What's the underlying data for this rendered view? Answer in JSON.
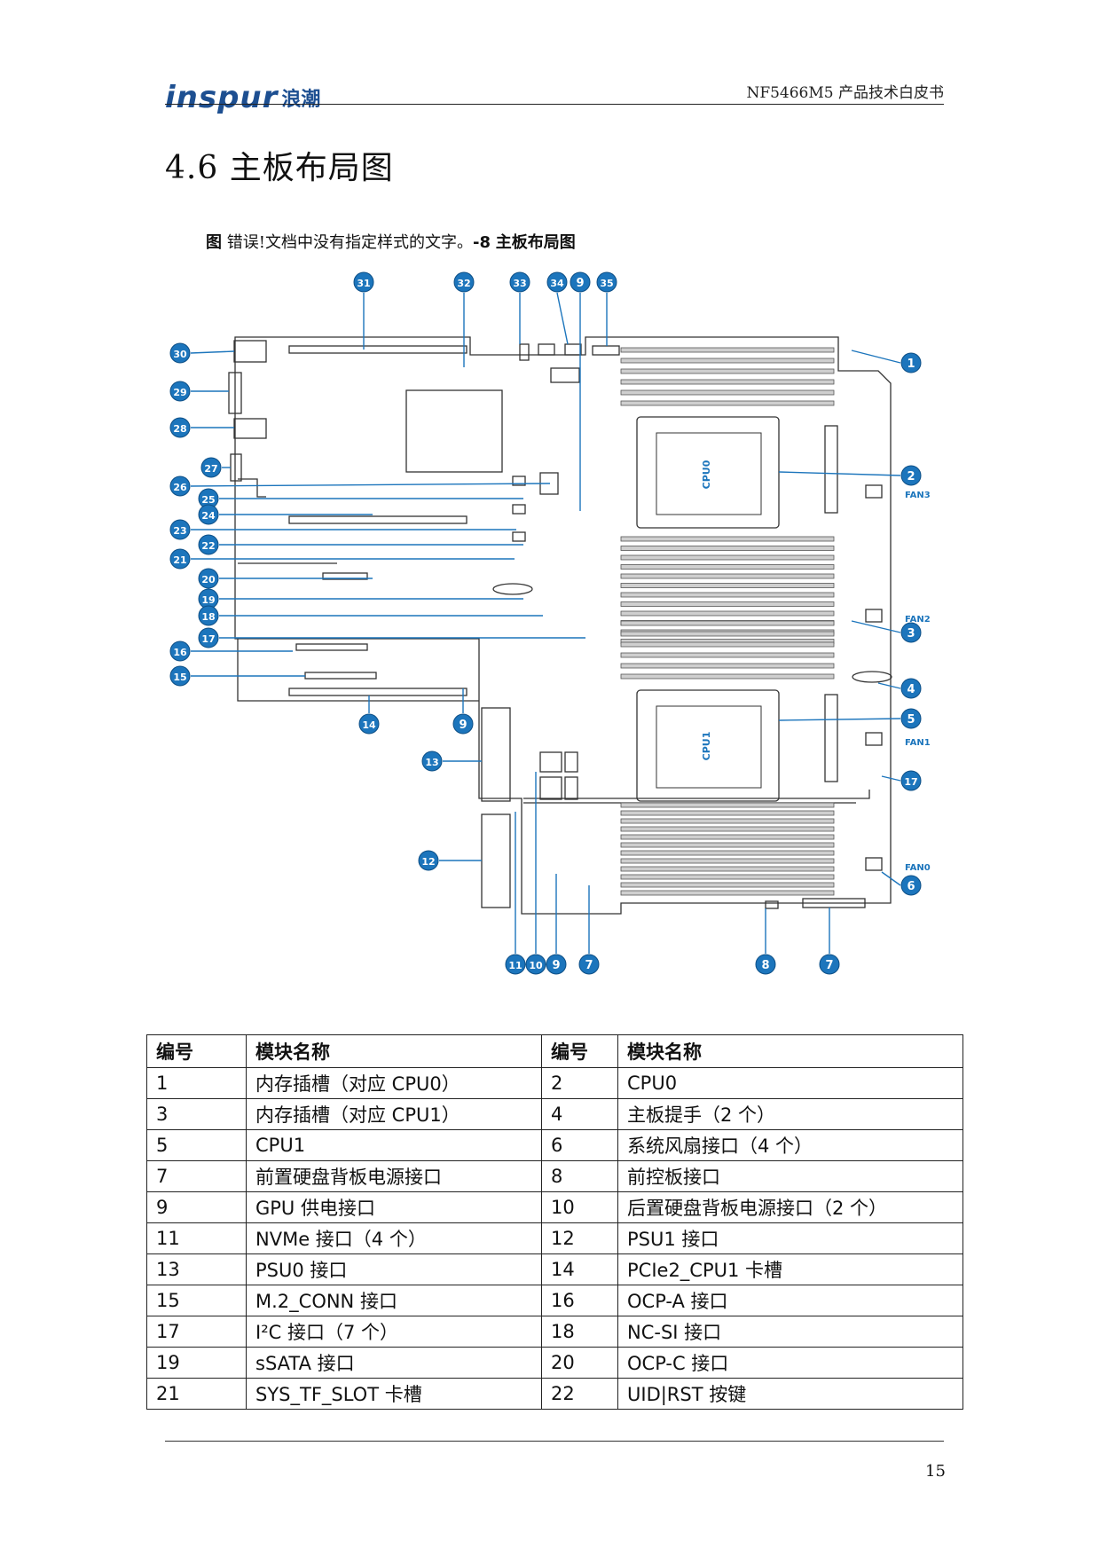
{
  "header": {
    "logo_text": "inspur",
    "logo_cn": "浪潮",
    "doc_title": "NF5466M5 产品技术白皮书"
  },
  "section": {
    "title": "4.6 主板布局图"
  },
  "figure": {
    "caption_prefix": "图",
    "caption_error": "错误!文档中没有指定样式的文字。",
    "caption_number": "-8",
    "caption_title": "主板布局图",
    "callout_numbers": [
      "31",
      "32",
      "33",
      "34",
      "9",
      "35",
      "30",
      "29",
      "28",
      "27",
      "26",
      "25",
      "24",
      "23",
      "22",
      "21",
      "20",
      "19",
      "18",
      "17",
      "16",
      "15",
      "14",
      "9",
      "13",
      "12",
      "11",
      "10",
      "9",
      "7",
      "8",
      "7",
      "1",
      "2",
      "3",
      "4",
      "5",
      "6",
      "17"
    ],
    "chip_labels": [
      "CPU0",
      "CPU1"
    ],
    "fan_labels": [
      "FAN3",
      "FAN2",
      "FAN1",
      "FAN0"
    ],
    "accent_color": "#1c75bc",
    "outline_color": "#333333"
  },
  "table": {
    "headers": [
      "编号",
      "模块名称",
      "编号",
      "模块名称"
    ],
    "rows": [
      [
        "1",
        "内存插槽（对应 CPU0）",
        "2",
        "CPU0"
      ],
      [
        "3",
        "内存插槽（对应 CPU1）",
        "4",
        "主板提手（2 个）"
      ],
      [
        "5",
        "CPU1",
        "6",
        "系统风扇接口（4 个）"
      ],
      [
        "7",
        "前置硬盘背板电源接口",
        "8",
        "前控板接口"
      ],
      [
        "9",
        "GPU 供电接口",
        "10",
        "后置硬盘背板电源接口（2 个）"
      ],
      [
        "11",
        "NVMe 接口（4 个）",
        "12",
        "PSU1 接口"
      ],
      [
        "13",
        "PSU0 接口",
        "14",
        "PCIe2_CPU1 卡槽"
      ],
      [
        "15",
        "M.2_CONN 接口",
        "16",
        "OCP-A 接口"
      ],
      [
        "17",
        "I²C 接口（7 个）",
        "18",
        "NC-SI 接口"
      ],
      [
        "19",
        "sSATA 接口",
        "20",
        "OCP-C 接口"
      ],
      [
        "21",
        "SYS_TF_SLOT 卡槽",
        "22",
        "UID|RST 按键"
      ]
    ]
  },
  "footer": {
    "page_number": "15"
  }
}
